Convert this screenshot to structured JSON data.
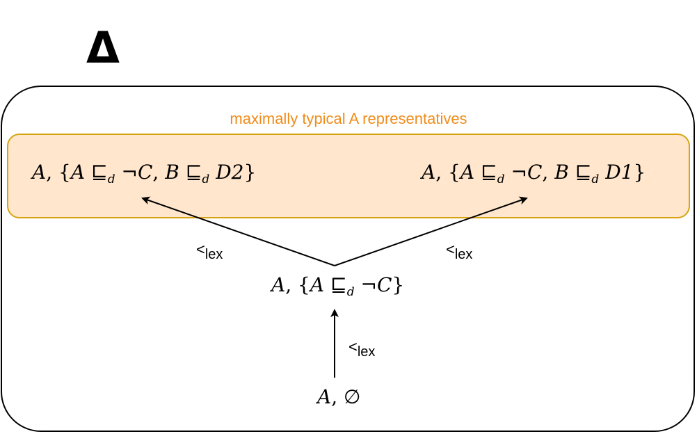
{
  "delta_symbol": "Δ",
  "group_label": "maximally typical A representatives",
  "colors": {
    "highlight_fill": "#ffe6cc",
    "highlight_border": "#d6a413",
    "group_label": "#f08c1a"
  },
  "nodes": {
    "left": {
      "a": "A",
      "sep": ", ",
      "open": "{",
      "axiom1_lhs": "A",
      "rel": "⊑",
      "rel_sub": "d",
      "axiom1_rhs": "¬C",
      "comma": ", ",
      "axiom2_lhs": "B",
      "axiom2_rhs": "D2",
      "close": "}"
    },
    "right": {
      "a": "A",
      "sep": ", ",
      "open": "{",
      "axiom1_lhs": "A",
      "rel": "⊑",
      "rel_sub": "d",
      "axiom1_rhs": "¬C",
      "comma": ", ",
      "axiom2_lhs": "B",
      "axiom2_rhs": "D1",
      "close": "}"
    },
    "middle": {
      "a": "A",
      "sep": ", ",
      "open": "{",
      "axiom1_lhs": "A",
      "rel": "⊑",
      "rel_sub": "d",
      "axiom1_rhs": "¬C",
      "close": "}"
    },
    "bottom": {
      "a": "A",
      "sep": ", ",
      "empty": "∅"
    }
  },
  "edge_labels": {
    "symbol": "<",
    "sub": "lex"
  }
}
